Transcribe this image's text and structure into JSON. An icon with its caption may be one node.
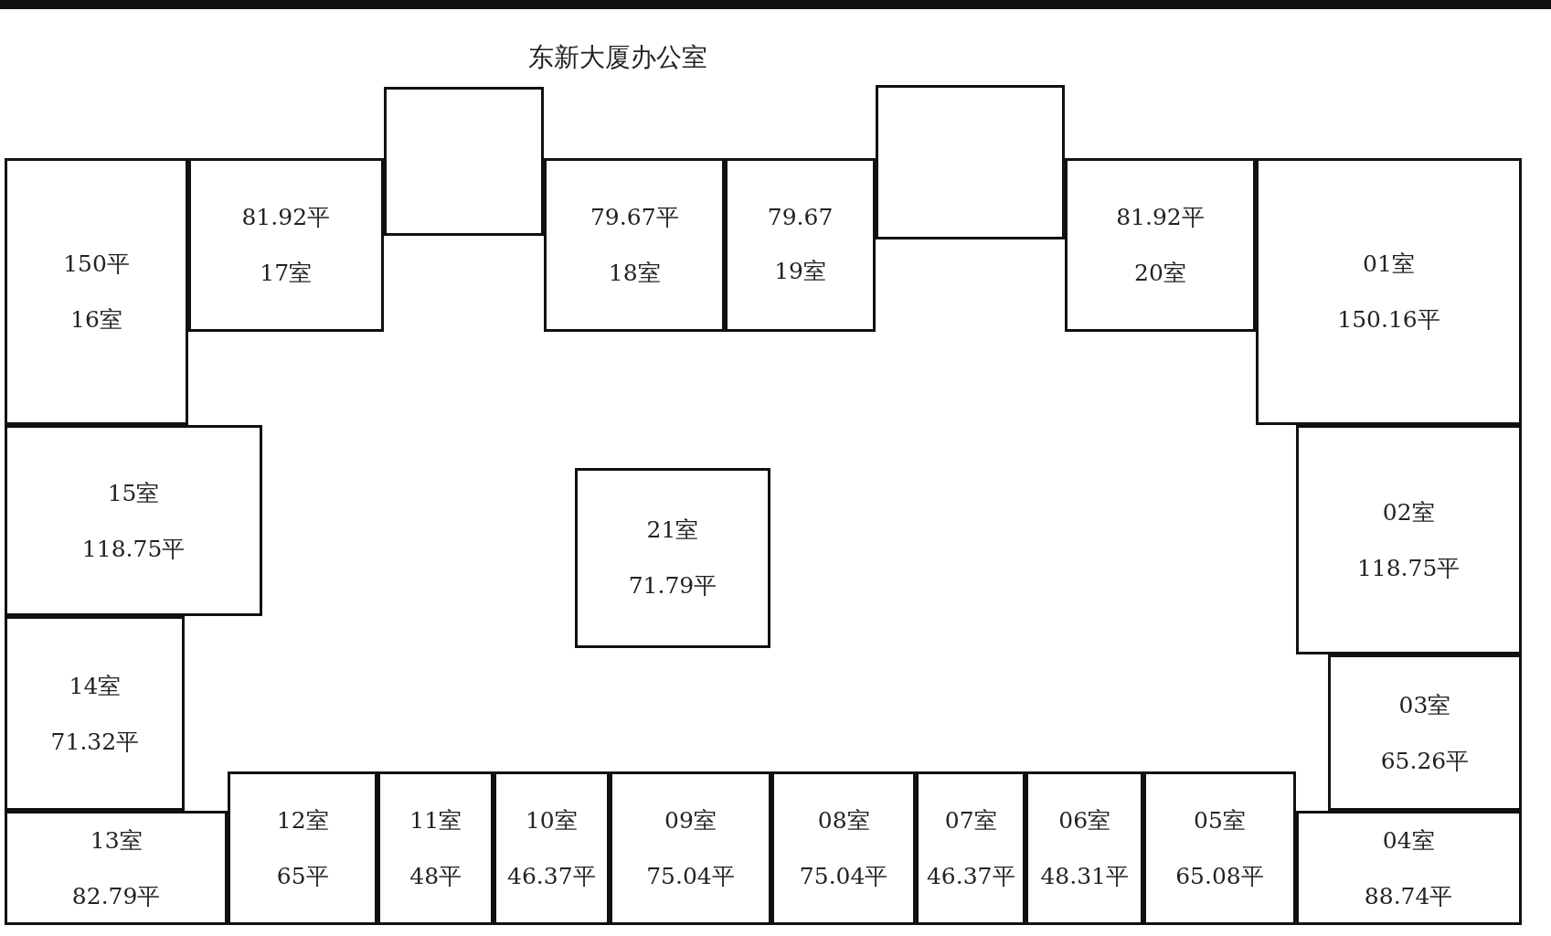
{
  "diagram": {
    "title": "东新大厦办公室",
    "nodes": [
      {
        "text": [],
        "shape": "box"
      },
      {
        "text": [],
        "shape": "box"
      },
      {
        "text": [
          "150平",
          "16室"
        ]
      },
      {
        "text": [
          "81.92平",
          "17室"
        ]
      },
      {
        "text": [
          "79.67平",
          "18室"
        ]
      },
      {
        "text": [
          "79.67",
          "19室"
        ]
      },
      {
        "text": [
          "81.92平",
          "20室"
        ]
      },
      {
        "text": [
          "01室",
          "150.16平"
        ]
      },
      {
        "text": [
          "15室",
          "118.75平"
        ]
      },
      {
        "text": [
          "21室",
          "71.79平"
        ]
      },
      {
        "text": [
          "02室",
          "118.75平"
        ]
      },
      {
        "text": [
          "14室",
          "71.32平"
        ]
      },
      {
        "text": [
          "03室",
          "65.26平"
        ]
      },
      {
        "text": [
          "13室",
          "82.79平"
        ]
      },
      {
        "text": [
          "12室",
          "65平"
        ]
      },
      {
        "text": [
          "11室",
          "48平"
        ]
      },
      {
        "text": [
          "10室",
          "46.37平"
        ]
      },
      {
        "text": [
          "09室",
          "75.04平"
        ]
      },
      {
        "text": [
          "08室",
          "75.04平"
        ]
      },
      {
        "text": [
          "07室",
          "46.37平"
        ]
      },
      {
        "text": [
          "06室",
          "48.31平"
        ]
      },
      {
        "text": [
          "05室",
          "65.08平"
        ]
      },
      {
        "text": [
          "04室",
          "88.74平"
        ]
      }
    ]
  }
}
